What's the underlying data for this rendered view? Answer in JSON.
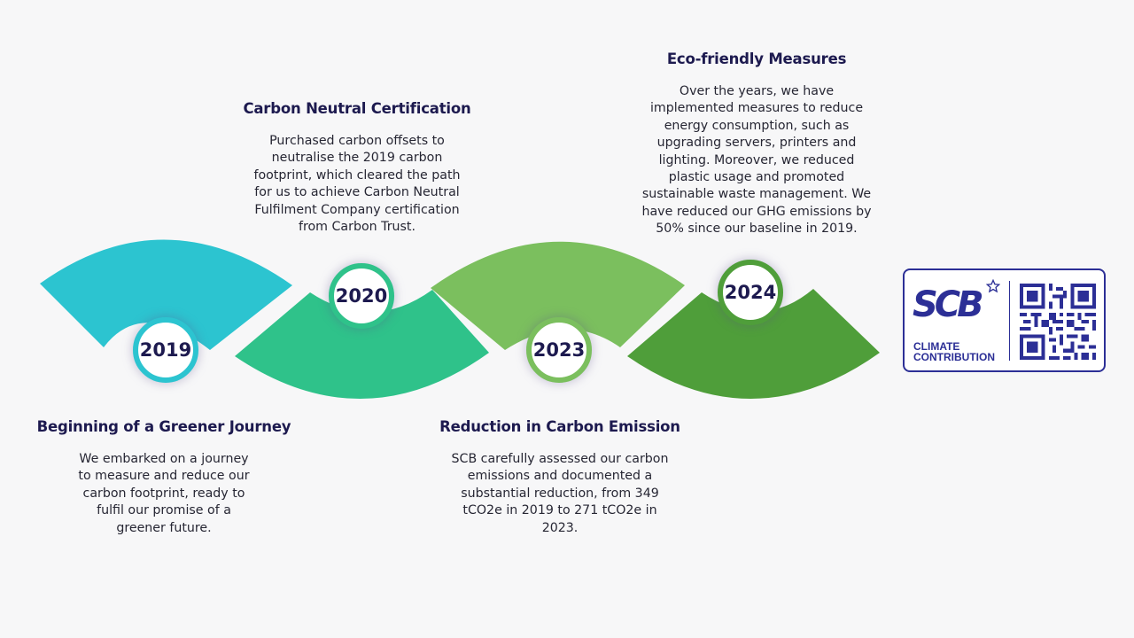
{
  "milestones": [
    {
      "year": "2019",
      "title": "Beginning of a Greener Journey",
      "text": "We embarked on a journey to measure and reduce our carbon footprint, ready to fulfil our promise of a greener future."
    },
    {
      "year": "2020",
      "title": "Carbon Neutral Certification",
      "text": "Purchased carbon offsets to neutralise the 2019 carbon footprint, which cleared the path for us to achieve Carbon Neutral Fulfilment Company certification from Carbon Trust."
    },
    {
      "year": "2023",
      "title": "Reduction in Carbon Emission",
      "text": "SCB carefully assessed our carbon emissions and documented a substantial reduction, from 349 tCO2e in 2019 to 271 tCO2e in 2023."
    },
    {
      "year": "2024",
      "title": "Eco-friendly Measures",
      "text": "Over the years, we have implemented measures to reduce energy consumption, such as upgrading servers, printers and lighting. Moreover, we reduced plastic usage and promoted sustainable waste management.  We have reduced our GHG emissions by 50% since our baseline in 2019."
    }
  ],
  "badge": {
    "logo": "SCB",
    "line1": "CLIMATE",
    "line2": "CONTRIBUTION"
  },
  "colors": {
    "seg1": "#2cc4d0",
    "seg2": "#2fc28a",
    "seg3": "#7bbf5e",
    "seg4": "#4f9e3a",
    "title": "#1d1a4f",
    "badge": "#2c2f96"
  }
}
